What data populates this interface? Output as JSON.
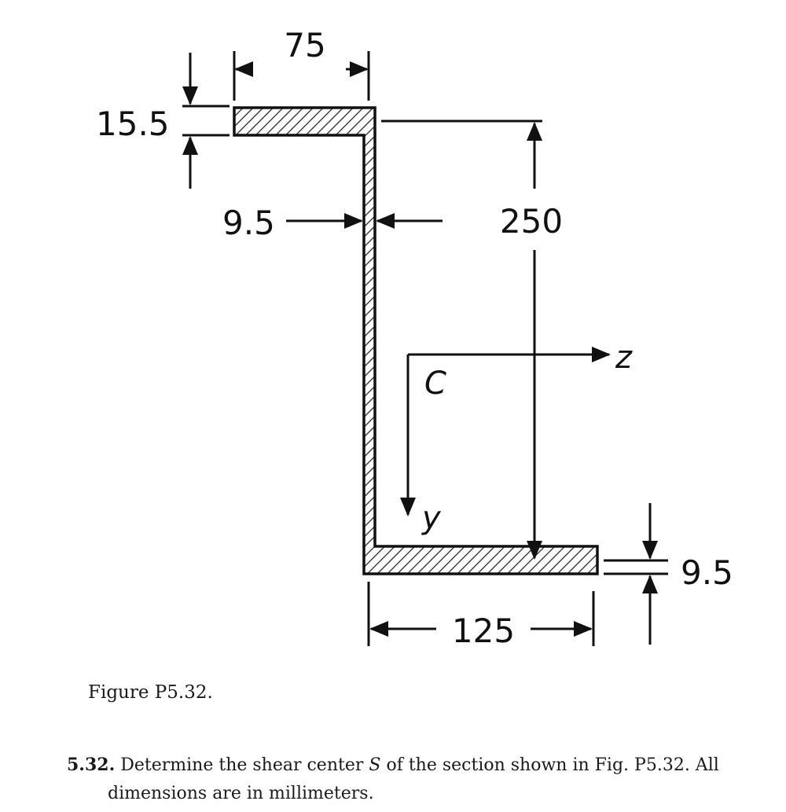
{
  "figure": {
    "dimensions": {
      "flange_width_top": "75",
      "flange_thickness_top": "15.5",
      "web_thickness": "9.5",
      "web_height": "250",
      "flange_width_bottom": "125",
      "flange_thickness_bottom": "9.5"
    },
    "labels": {
      "centroid": "C",
      "axis_z": "z",
      "axis_y": "y"
    }
  },
  "caption": "Figure P5.32.",
  "problem": {
    "number": "5.32.",
    "text_part1": " Determine the shear center ",
    "symbol": "S",
    "text_part2": " of the section shown in Fig. P5.32. All",
    "text_line2": "dimensions are in millimeters."
  }
}
